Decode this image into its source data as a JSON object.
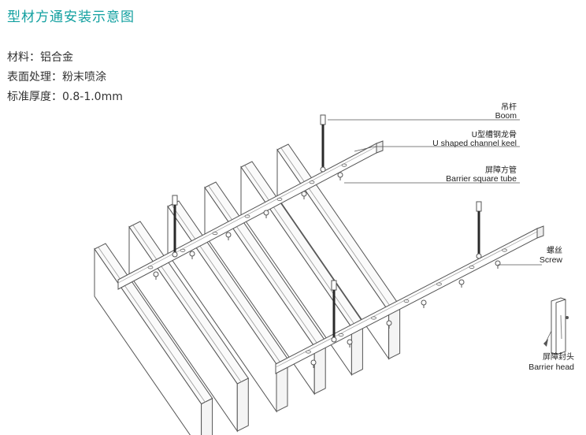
{
  "title": "型材方通安装示意图",
  "specs": [
    {
      "label": "材料",
      "value": "铝合金"
    },
    {
      "label": "表面处理",
      "value": "粉末喷涂"
    },
    {
      "label": "标准厚度",
      "value": "0.8-1.0mm"
    }
  ],
  "spec_separator": "：",
  "callouts": {
    "boom": {
      "zh": "吊杆",
      "en": "Boom"
    },
    "keel": {
      "zh": "U型槽钢龙骨",
      "en": "U shaped channel keel"
    },
    "tube": {
      "zh": "屏障方管",
      "en": "Barrier square tube"
    },
    "screw": {
      "zh": "螺丝",
      "en": "Screw"
    },
    "head": {
      "zh": "屏障封头",
      "en": "Barrier head"
    }
  },
  "colors": {
    "title": "#12a0a0",
    "line": "#555555",
    "rod": "#2a2a2a"
  }
}
